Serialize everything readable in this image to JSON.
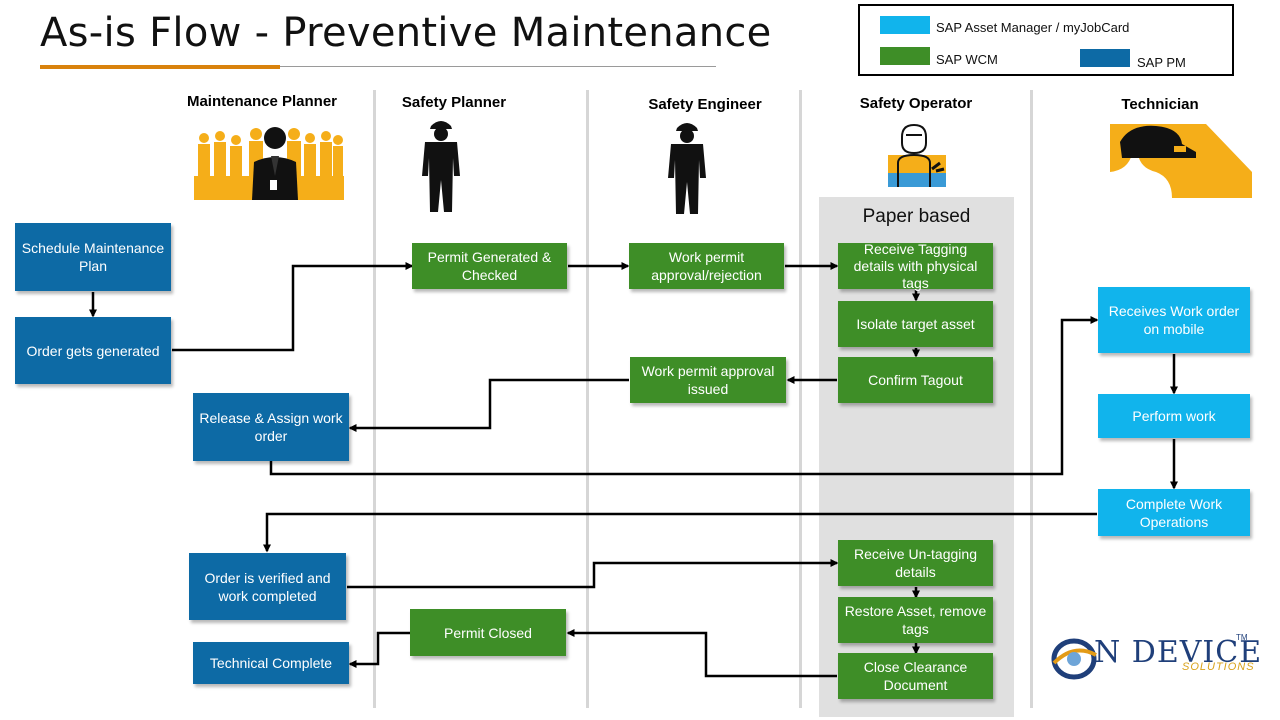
{
  "title": "As-is Flow - Preventive Maintenance",
  "legend": {
    "items": [
      {
        "label": "SAP Asset Manager / myJobCard",
        "color": "#11b4ec"
      },
      {
        "label": "SAP WCM",
        "color": "#3e8e27"
      },
      {
        "label": "SAP PM",
        "color": "#0d6aa5"
      }
    ]
  },
  "lanes": {
    "maintenance_planner": "Maintenance Planner",
    "safety_planner": "Safety Planner",
    "safety_engineer": "Safety Engineer",
    "safety_operator": "Safety Operator",
    "technician": "Technician"
  },
  "paper_based_label": "Paper based",
  "boxes": {
    "schedule_plan": "Schedule Maintenance Plan",
    "order_generated": "Order gets generated",
    "release_assign": "Release & Assign work order",
    "order_verified": "Order is verified and work completed",
    "technical_complete": "Technical Complete",
    "permit_generated": "Permit Generated & Checked",
    "permit_closed": "Permit Closed",
    "work_permit_approval": "Work permit approval/rejection",
    "work_permit_issued": "Work permit approval issued",
    "receive_tagging": "Receive Tagging details with physical tags",
    "isolate_asset": "Isolate target asset",
    "confirm_tagout": "Confirm Tagout",
    "receive_untagging": "Receive Un-tagging details",
    "restore_asset": "Restore Asset, remove tags",
    "close_clearance": "Close Clearance Document",
    "receives_work_order": "Receives Work order on mobile",
    "perform_work": "Perform work",
    "complete_work_ops": "Complete Work Operations"
  },
  "logo": {
    "main": "N DEVICE",
    "sub": "SOLUTIONS",
    "tm": "TM"
  },
  "colors": {
    "sap_pm": "#0d6aa5",
    "sap_wcm": "#3e8e27",
    "sap_asset_manager": "#11b4ec",
    "accent_orange": "#d9820d",
    "paper_zone": "#e0e0e0"
  }
}
